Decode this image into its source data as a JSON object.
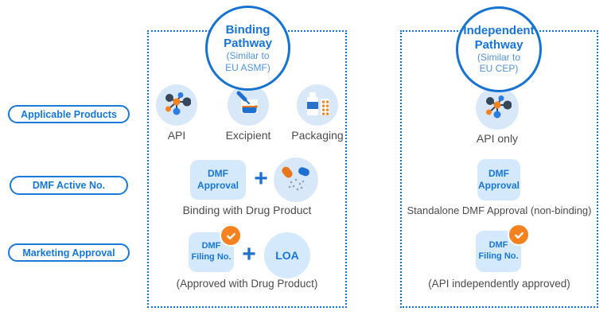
{
  "colors": {
    "accent_blue": "#1673d2",
    "text_blue": "#1777d7",
    "subtitle_blue": "#4f93da",
    "icon_circle_bg": "#d9e8f9",
    "dmf_box_bg": "#d5e9fc",
    "badge_orange": "#f5821f",
    "capsule_orange": "#e8761d",
    "capsule_blue": "#1d6fd2",
    "text_gray": "#4b4b4b"
  },
  "row_labels": [
    {
      "label": "Applicable Products"
    },
    {
      "label": "DMF Active No."
    },
    {
      "label": "Marketing Approval"
    }
  ],
  "binding": {
    "title_line1": "Binding",
    "title_line2": "Pathway",
    "subtitle_line1": "(Similar to",
    "subtitle_line2": "EU ASMF)",
    "products": [
      {
        "icon": "molecule-icon",
        "label": "API"
      },
      {
        "icon": "dropper-beaker-icon",
        "label": "Excipient"
      },
      {
        "icon": "bottle-blister-icon",
        "label": "Packaging"
      }
    ],
    "dmf_active": {
      "box_line1": "DMF",
      "box_line2": "Approval",
      "plus": "+",
      "icon": "capsule-icon",
      "caption": "Binding with Drug Product"
    },
    "marketing": {
      "box_line1": "DMF",
      "box_line2": "Filing No.",
      "badge_icon": "check-badge-icon",
      "plus": "+",
      "loa": "LOA",
      "caption": "(Approved with Drug Product)"
    }
  },
  "independent": {
    "title_line1": "Independent",
    "title_line2": "Pathway",
    "subtitle_line1": "(Similar to",
    "subtitle_line2": "EU CEP)",
    "products": [
      {
        "icon": "molecule-icon",
        "label": "API only"
      }
    ],
    "dmf_active": {
      "box_line1": "DMF",
      "box_line2": "Approval",
      "caption": "Standalone DMF Approval (non-binding)"
    },
    "marketing": {
      "box_line1": "DMF",
      "box_line2": "Filing No.",
      "badge_icon": "check-badge-icon",
      "caption": "(API independently approved)"
    }
  }
}
